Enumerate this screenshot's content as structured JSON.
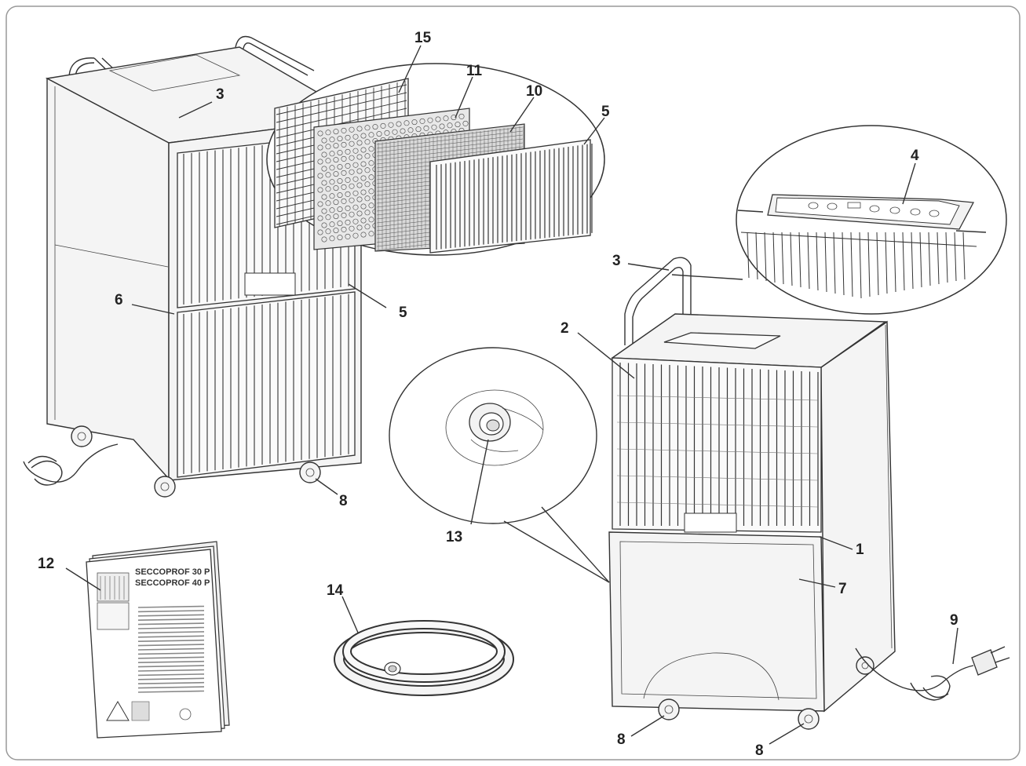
{
  "callouts": {
    "c1": "1",
    "c2": "2",
    "c3a": "3",
    "c3b": "3",
    "c4": "4",
    "c5a": "5",
    "c5b": "5",
    "c6": "6",
    "c7": "7",
    "c8a": "8",
    "c8b": "8",
    "c8c": "8",
    "c9": "9",
    "c10": "10",
    "c11": "11",
    "c12": "12",
    "c13": "13",
    "c14": "14",
    "c15": "15"
  },
  "manual": {
    "title_line1": "SECCOPROF 30 P",
    "title_line2": "SECCOPROF 40 P"
  },
  "colors": {
    "line": "#333333",
    "background": "#ffffff",
    "frame": "#999999"
  }
}
